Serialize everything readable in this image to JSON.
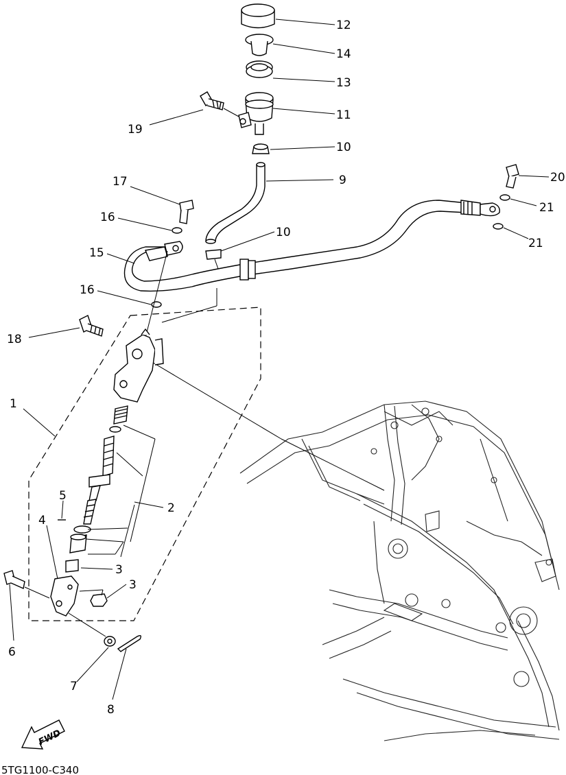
{
  "callouts": {
    "c1": "1",
    "c2": "2",
    "c3a": "3",
    "c3b": "3",
    "c4": "4",
    "c5": "5",
    "c6": "6",
    "c7": "7",
    "c8": "8",
    "c9": "9",
    "c10a": "10",
    "c10b": "10",
    "c11": "11",
    "c12": "12",
    "c13": "13",
    "c14": "14",
    "c15": "15",
    "c16a": "16",
    "c16b": "16",
    "c17": "17",
    "c18": "18",
    "c19": "19",
    "c20": "20",
    "c21a": "21",
    "c21b": "21"
  },
  "fwd_label": "FWD",
  "diagram_code": "5TG1100-C340"
}
